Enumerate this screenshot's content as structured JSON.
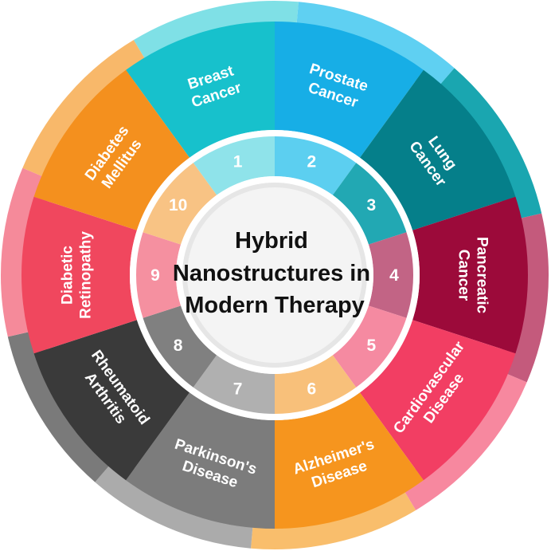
{
  "title_lines": [
    "Hybrid",
    "Nanostructures in",
    "Modern Therapy"
  ],
  "segments": [
    {
      "number": "1",
      "lines": [
        "Breast",
        "Cancer"
      ],
      "outer_color": "#17c1cc",
      "rim_color": "#7fe0e6",
      "inner_color": "#8fe3ea"
    },
    {
      "number": "2",
      "lines": [
        "Prostate",
        "Cancer"
      ],
      "outer_color": "#17aee6",
      "rim_color": "#5fd0f2",
      "inner_color": "#5ccff0"
    },
    {
      "number": "3",
      "lines": [
        "Lung",
        "Cancer"
      ],
      "outer_color": "#057f8a",
      "rim_color": "#1aa6b0",
      "inner_color": "#22a8b3"
    },
    {
      "number": "4",
      "lines": [
        "Pancreatic",
        "Cancer"
      ],
      "outer_color": "#9c0a3a",
      "rim_color": "#c45a7c",
      "inner_color": "#c26485"
    },
    {
      "number": "5",
      "lines": [
        "Cardiovascular",
        "Disease"
      ],
      "outer_color": "#f23e63",
      "rim_color": "#f7889f",
      "inner_color": "#f58aa1"
    },
    {
      "number": "6",
      "lines": [
        "Alzheimer's",
        "Disease"
      ],
      "outer_color": "#f6951e",
      "rim_color": "#f9be6c",
      "inner_color": "#f8c07a"
    },
    {
      "number": "7",
      "lines": [
        "Parkinson's",
        "Disease"
      ],
      "outer_color": "#7c7c7c",
      "rim_color": "#ababab",
      "inner_color": "#b0b0b0"
    },
    {
      "number": "8",
      "lines": [
        "Rheumatoid",
        "Arthritis"
      ],
      "outer_color": "#3a3a3a",
      "rim_color": "#7a7a7a",
      "inner_color": "#808080"
    },
    {
      "number": "9",
      "lines": [
        "Diabetic",
        "Retinopathy"
      ],
      "outer_color": "#f0475e",
      "rim_color": "#f58a9a",
      "inner_color": "#f590a0"
    },
    {
      "number": "10",
      "lines": [
        "Diabetes",
        "Mellitus"
      ],
      "outer_color": "#f4901e",
      "rim_color": "#f8b86a",
      "inner_color": "#f8c384"
    }
  ]
}
